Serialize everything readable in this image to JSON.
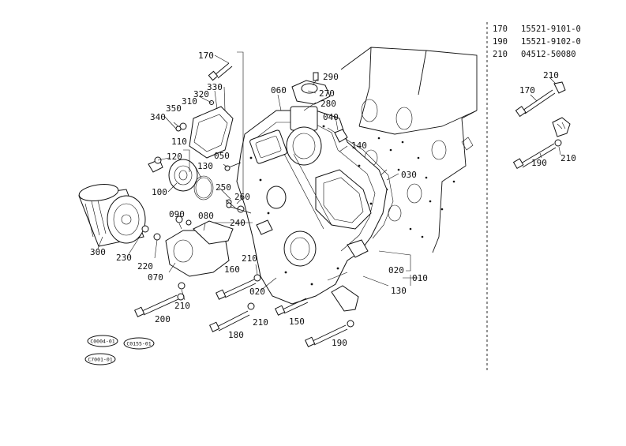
{
  "parts_table": [
    {
      "ref": "170",
      "number": "15521-9101-0"
    },
    {
      "ref": "190",
      "number": "15521-9102-0"
    },
    {
      "ref": "210",
      "number": "04512-50080"
    }
  ],
  "callouts": {
    "c010": "010",
    "c020a": "020",
    "c020b": "020",
    "c030": "030",
    "c040": "040",
    "c050": "050",
    "c060": "060",
    "c070": "070",
    "c080": "080",
    "c090": "090",
    "c100": "100",
    "c110": "110",
    "c120": "120",
    "c130a": "130",
    "c130b": "130",
    "c140": "140",
    "c150": "150",
    "c160": "160",
    "c170": "170",
    "c180": "180",
    "c190": "190",
    "c200": "200",
    "c210a": "210",
    "c210b": "210",
    "c210c": "210",
    "c220": "220",
    "c230": "230",
    "c240": "240",
    "c250": "250",
    "c260": "260",
    "c270": "270",
    "c280": "280",
    "c290": "290",
    "c300": "300",
    "c310": "310",
    "c320": "320",
    "c330": "330",
    "c340": "340",
    "c350": "350"
  },
  "inset_callouts": {
    "i170": "170",
    "i190": "190",
    "i210a": "210",
    "i210b": "210"
  },
  "reference_bubbles": {
    "r1": "C0004-01",
    "r2": "C0155-01",
    "r3": "C7001-01"
  }
}
